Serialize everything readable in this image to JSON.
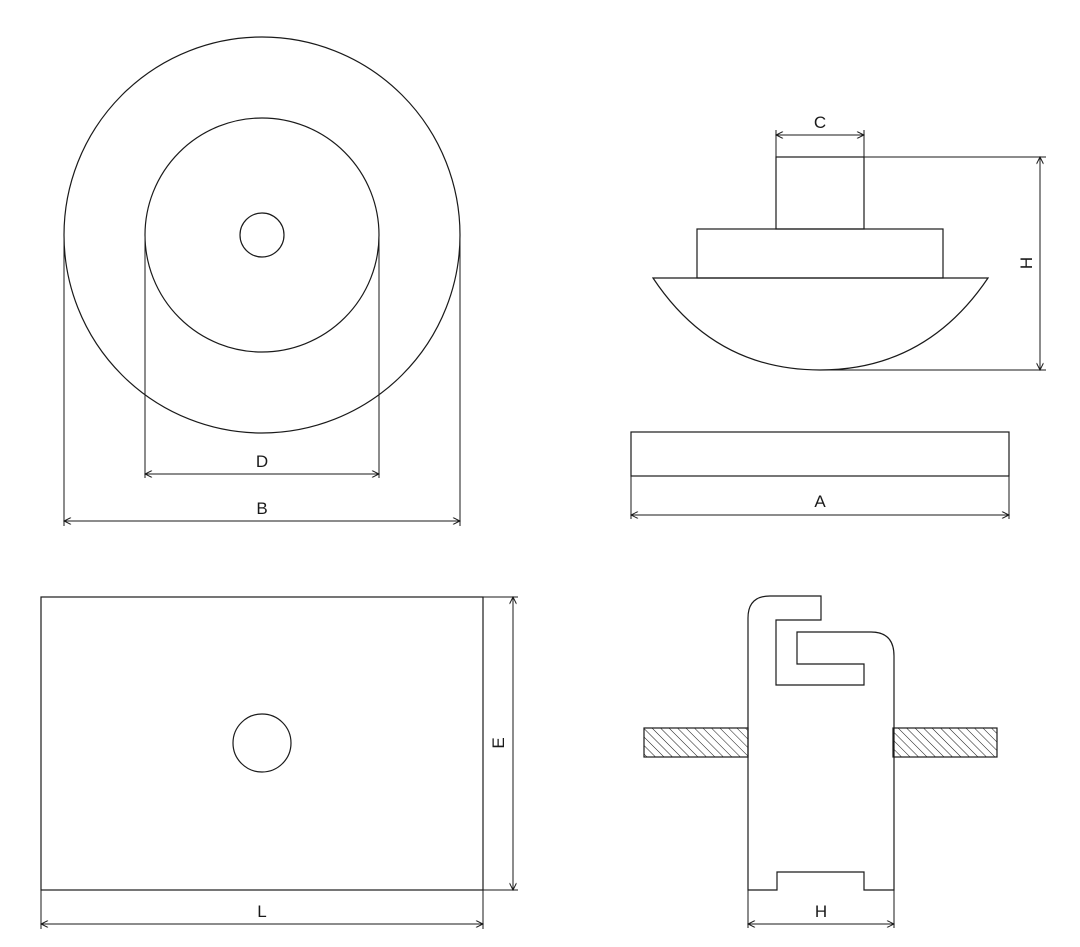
{
  "labels": {
    "c": "C",
    "h_top": "H",
    "d": "D",
    "b": "B",
    "a": "A",
    "e": "E",
    "l": "L",
    "h_bottom": "H"
  }
}
